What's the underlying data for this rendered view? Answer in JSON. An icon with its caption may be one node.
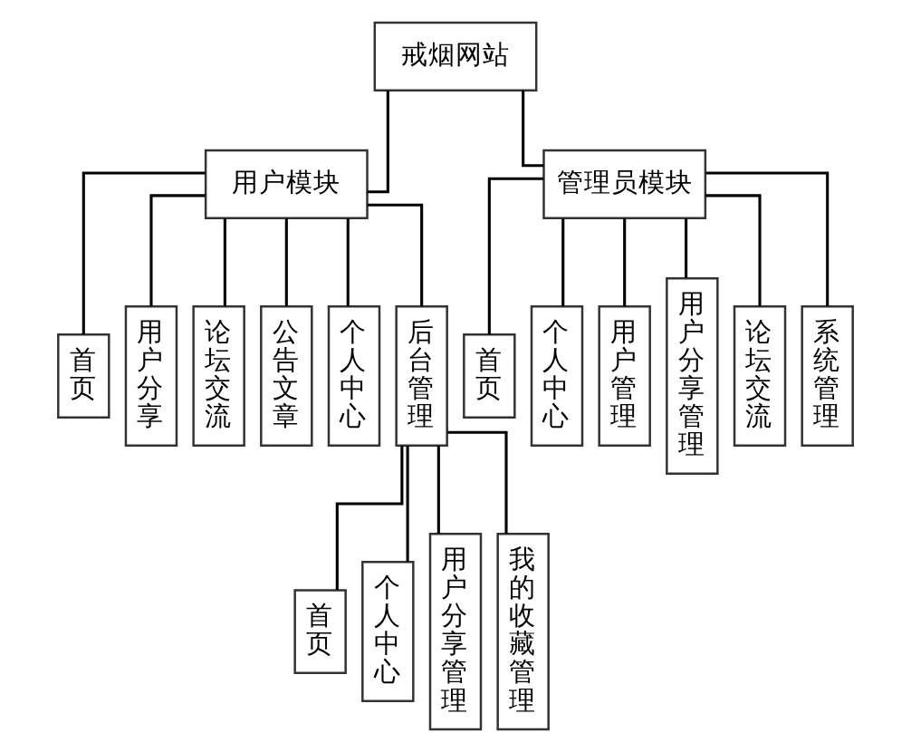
{
  "diagram": {
    "nodes": [
      {
        "text": [
          "戒烟网站"
        ]
      },
      {
        "text": [
          "用户模块"
        ]
      },
      {
        "text": [
          "管理员模块"
        ]
      },
      {
        "text": [
          "首页"
        ]
      },
      {
        "text": [
          "用户分享"
        ]
      },
      {
        "text": [
          "论坛交流"
        ]
      },
      {
        "text": [
          "公告文章"
        ]
      },
      {
        "text": [
          "个人中心"
        ]
      },
      {
        "text": [
          "后台管理"
        ]
      },
      {
        "text": [
          "首页"
        ]
      },
      {
        "text": [
          "个人中心"
        ]
      },
      {
        "text": [
          "用户管理"
        ]
      },
      {
        "text": [
          "用户分享管理"
        ]
      },
      {
        "text": [
          "论坛交流"
        ]
      },
      {
        "text": [
          "系统管理"
        ]
      },
      {
        "text": [
          "首页"
        ]
      },
      {
        "text": [
          "个人中心"
        ]
      },
      {
        "text": [
          "用户分享管理"
        ]
      },
      {
        "text": [
          "我的收藏管理"
        ]
      }
    ],
    "edges": [
      {
        "from": 0,
        "to": 1,
        "arrow": "none"
      },
      {
        "from": 0,
        "to": 2,
        "arrow": "none"
      },
      {
        "from": 1,
        "to": 3,
        "arrow": "none"
      },
      {
        "from": 1,
        "to": 4,
        "arrow": "none"
      },
      {
        "from": 1,
        "to": 5,
        "arrow": "none"
      },
      {
        "from": 1,
        "to": 6,
        "arrow": "none"
      },
      {
        "from": 1,
        "to": 7,
        "arrow": "none"
      },
      {
        "from": 1,
        "to": 8,
        "arrow": "none"
      },
      {
        "from": 2,
        "to": 9,
        "arrow": "none"
      },
      {
        "from": 2,
        "to": 10,
        "arrow": "none"
      },
      {
        "from": 2,
        "to": 11,
        "arrow": "none"
      },
      {
        "from": 2,
        "to": 12,
        "arrow": "none"
      },
      {
        "from": 2,
        "to": 13,
        "arrow": "none"
      },
      {
        "from": 2,
        "to": 14,
        "arrow": "none"
      },
      {
        "from": 8,
        "to": 15,
        "arrow": "none"
      },
      {
        "from": 8,
        "to": 16,
        "arrow": "none"
      },
      {
        "from": 8,
        "to": 17,
        "arrow": "none"
      },
      {
        "from": 8,
        "to": 18,
        "arrow": "none"
      }
    ]
  }
}
